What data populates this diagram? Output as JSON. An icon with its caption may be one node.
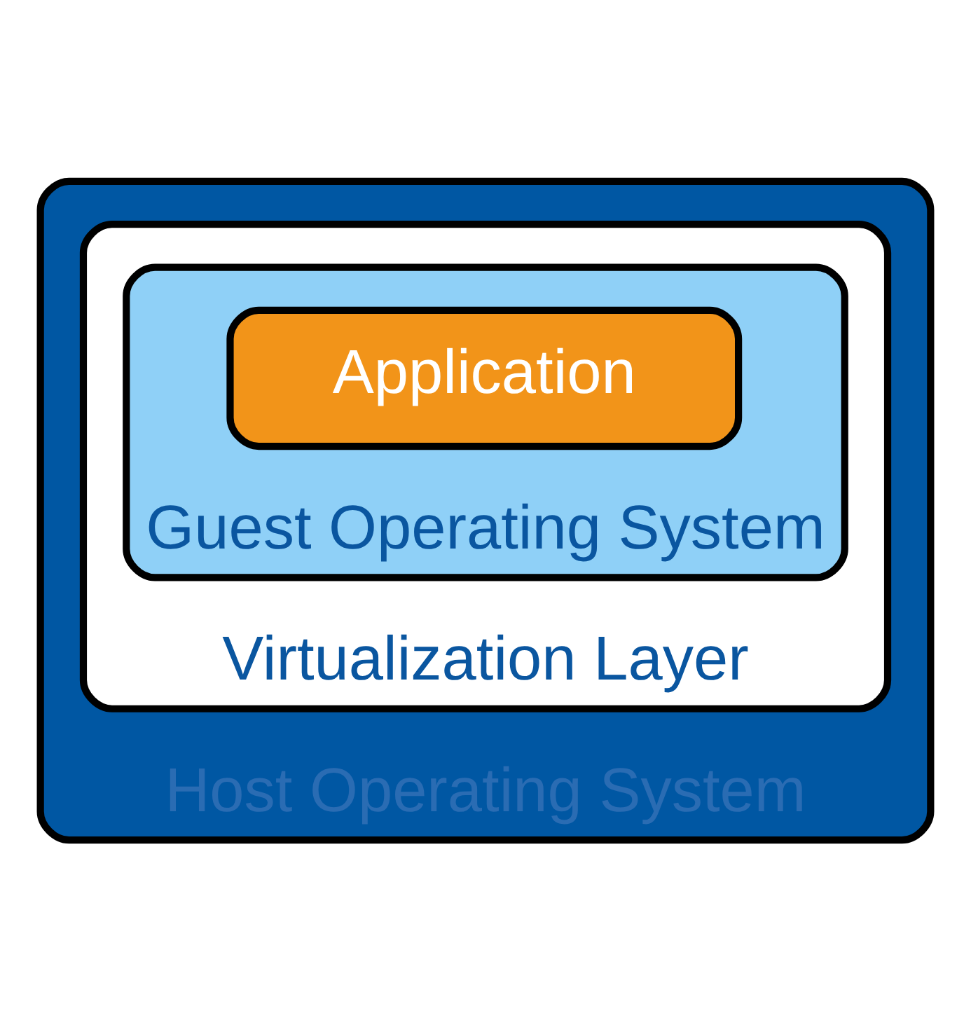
{
  "diagram": {
    "nodes": [
      {
        "text": [
          "Host Operating System"
        ]
      },
      {
        "text": [
          "Virtualization Layer"
        ],
        "in": 0
      },
      {
        "text": [
          "Guest Operating System"
        ],
        "in": 1
      },
      {
        "text": [
          "Application"
        ],
        "in": 2
      }
    ]
  }
}
